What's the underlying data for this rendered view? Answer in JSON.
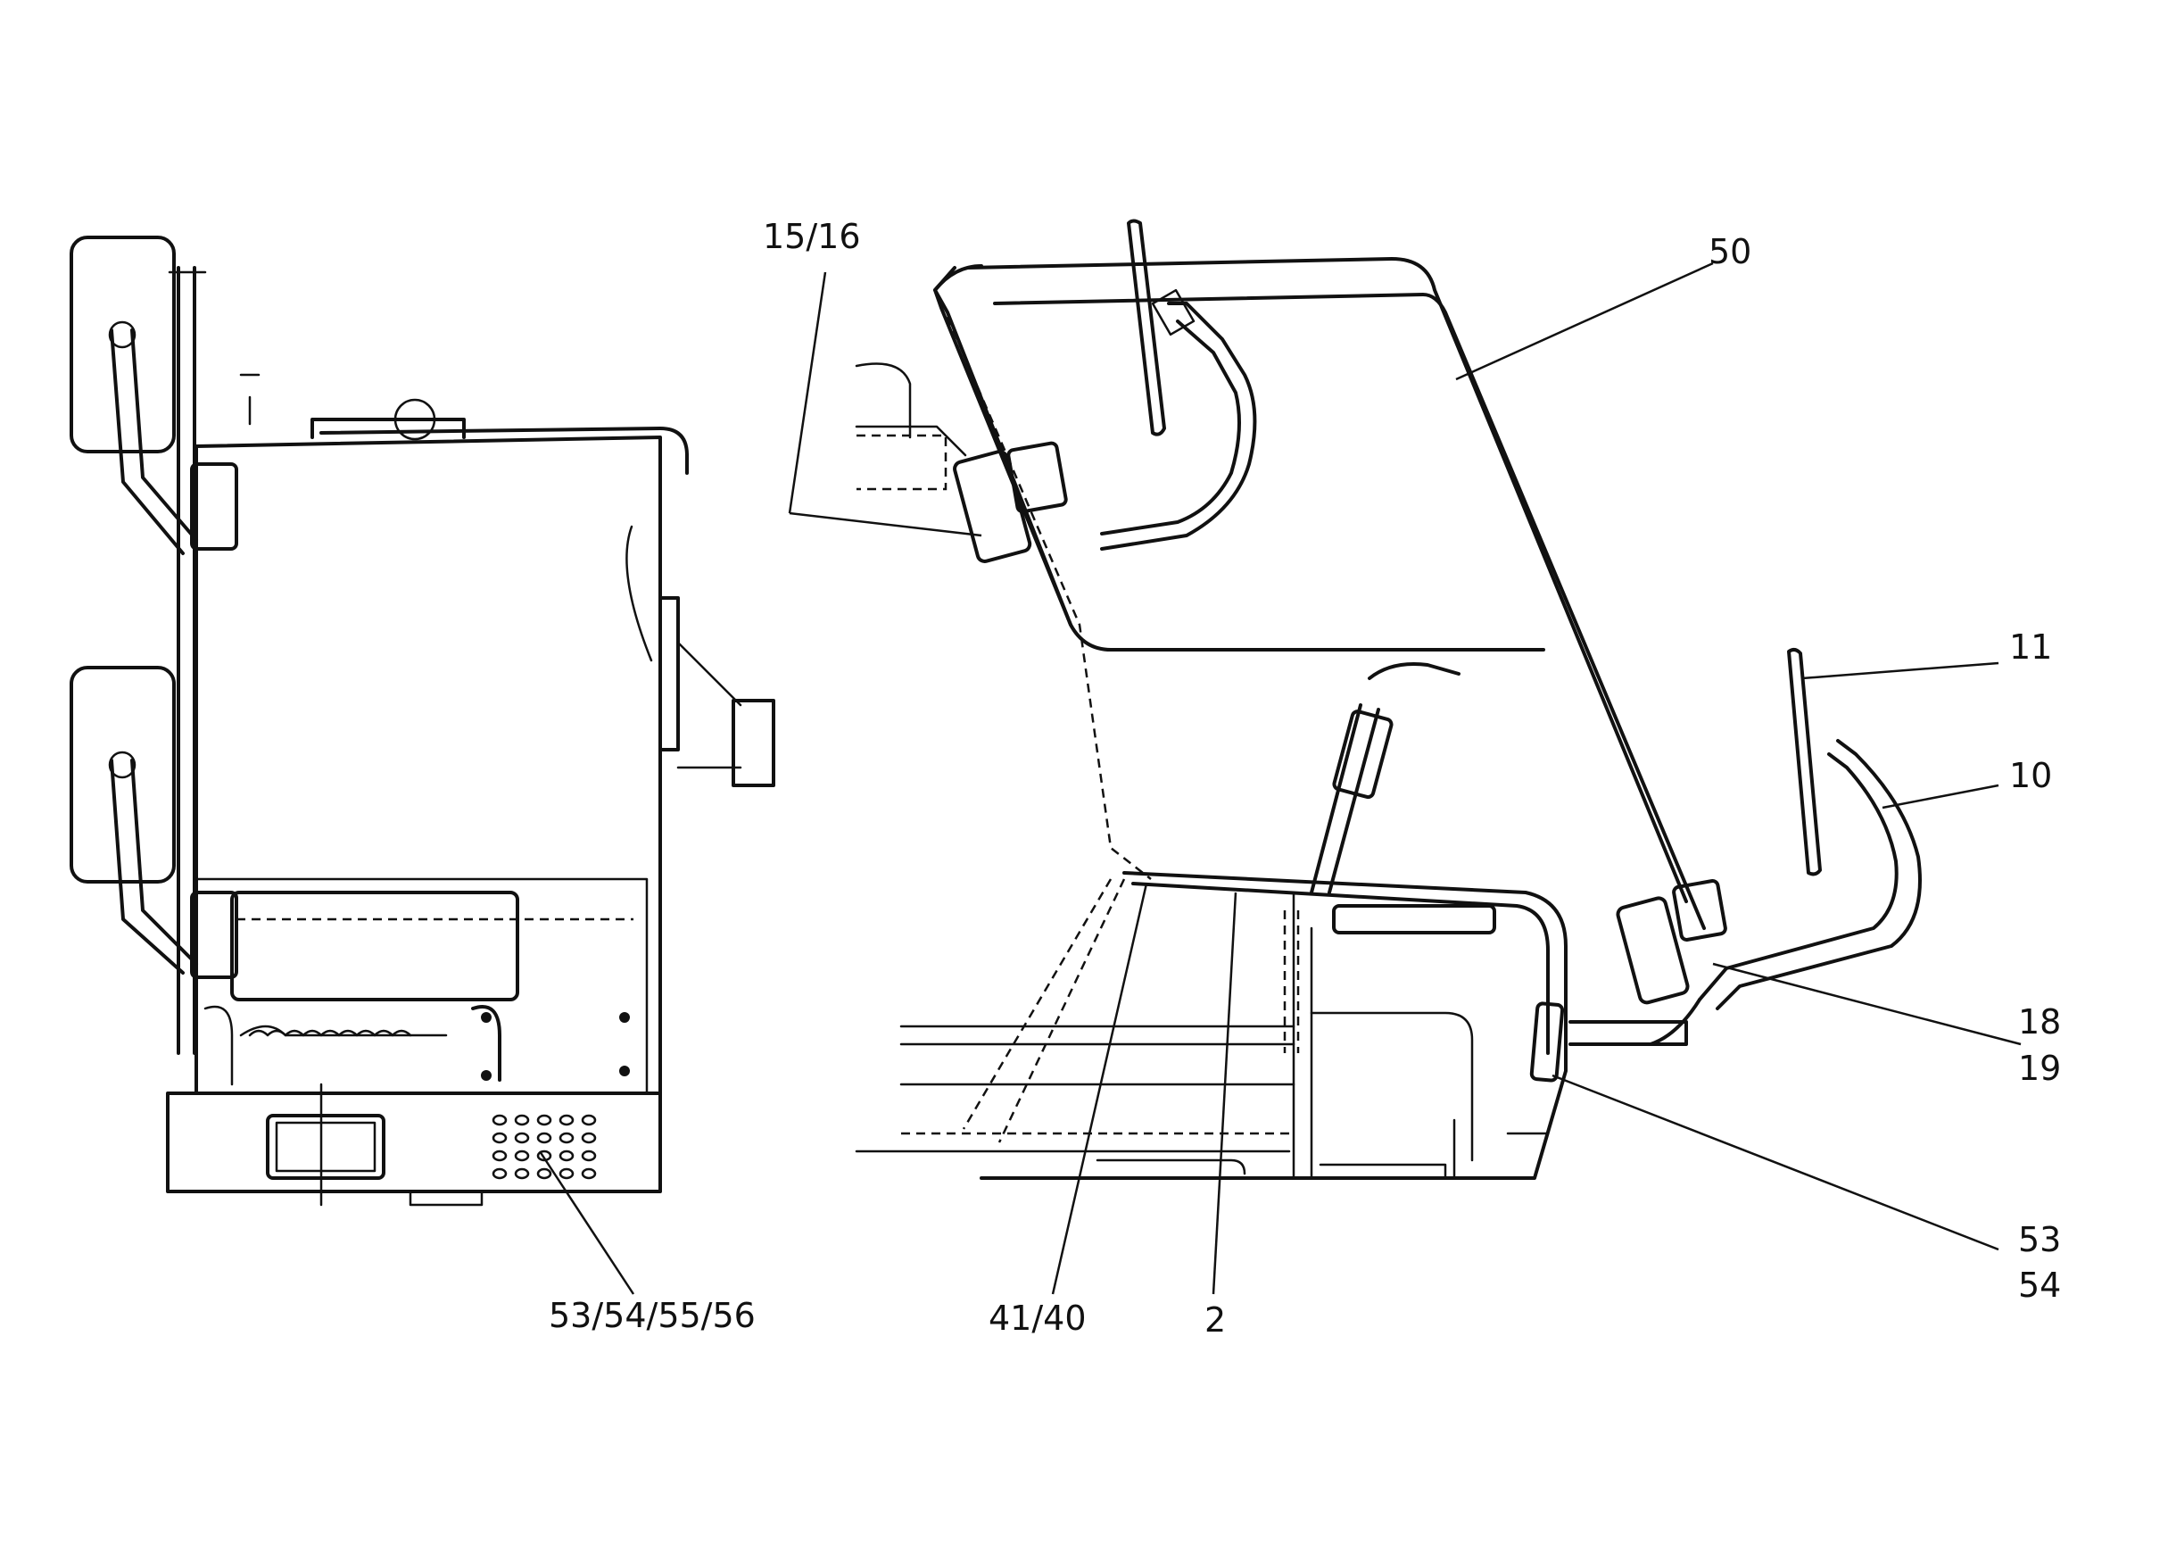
{
  "callouts": {
    "c_15_16": "15/16",
    "c_50": "50",
    "c_11": "11",
    "c_10": "10",
    "c_18": "18",
    "c_19": "19",
    "c_53": "53",
    "c_54": "54",
    "c_53_54_55_56": "53/54/55/56",
    "c_41_40": "41/40",
    "c_2": "2"
  }
}
